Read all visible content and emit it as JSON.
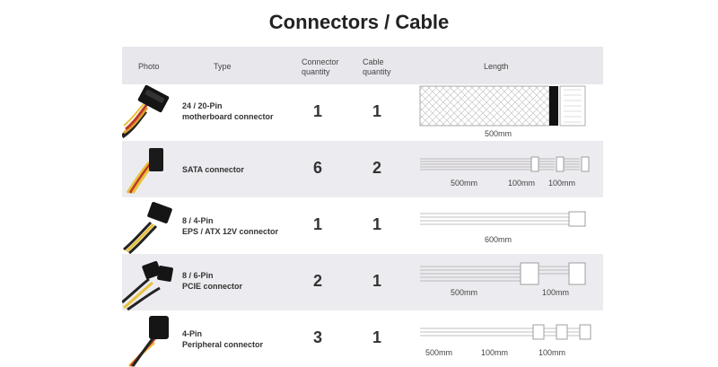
{
  "title": "Connectors / Cable",
  "headers": {
    "photo": "Photo",
    "type": "Type",
    "connector_qty_1": "Connector",
    "connector_qty_2": "quantity",
    "cable_qty_1": "Cable",
    "cable_qty_2": "quantity",
    "length": "Length"
  },
  "rows": [
    {
      "type_line1": "24 / 20-Pin",
      "type_line2": "motherboard connector",
      "connector_qty": "1",
      "cable_qty": "1",
      "lengths": [
        "500mm"
      ]
    },
    {
      "type_line1": "SATA connector",
      "type_line2": "",
      "connector_qty": "6",
      "cable_qty": "2",
      "lengths": [
        "500mm",
        "100mm",
        "100mm"
      ]
    },
    {
      "type_line1": "8 / 4-Pin",
      "type_line2": "EPS / ATX 12V connector",
      "connector_qty": "1",
      "cable_qty": "1",
      "lengths": [
        "600mm"
      ]
    },
    {
      "type_line1": "8 / 6-Pin",
      "type_line2": "PCIE connector",
      "connector_qty": "2",
      "cable_qty": "1",
      "lengths": [
        "500mm",
        "100mm"
      ]
    },
    {
      "type_line1": "4-Pin",
      "type_line2": "Peripheral connector",
      "connector_qty": "3",
      "cable_qty": "1",
      "lengths": [
        "500mm",
        "100mm",
        "100mm"
      ]
    }
  ]
}
